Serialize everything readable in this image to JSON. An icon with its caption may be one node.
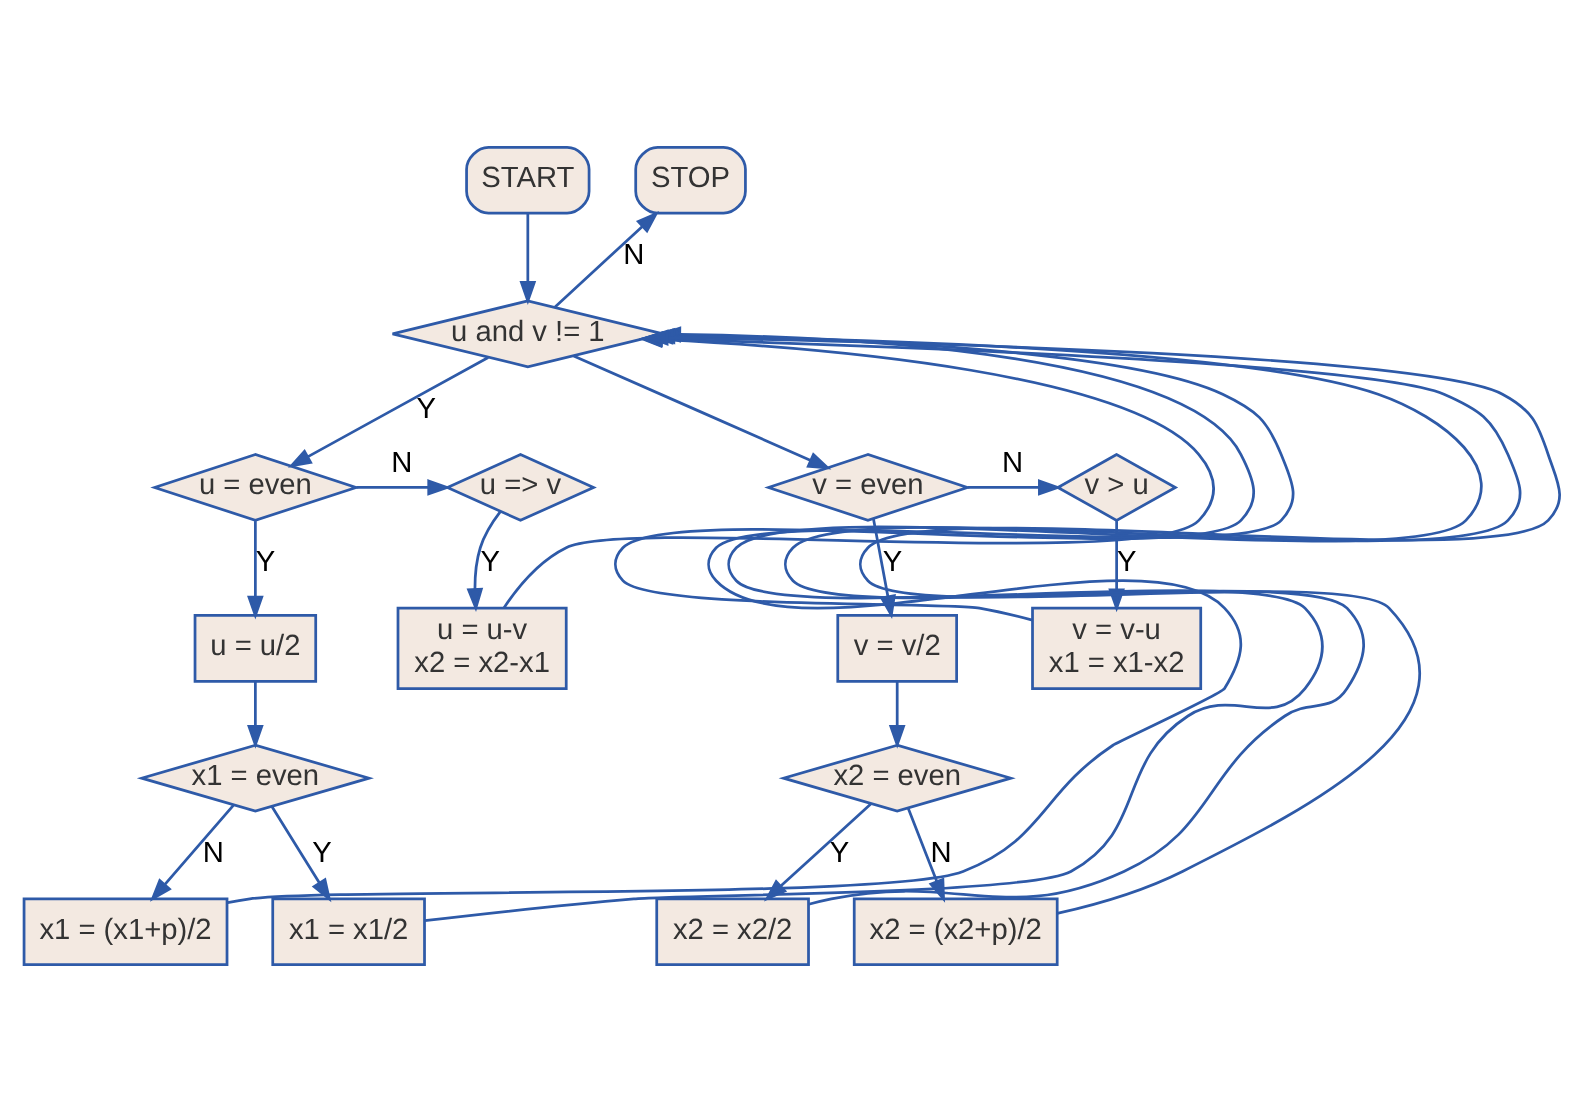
{
  "diagram": {
    "nodes": [
      {
        "text": [
          "START"
        ]
      },
      {
        "text": [
          "STOP"
        ]
      },
      {
        "text": [
          "u and v != 1"
        ]
      },
      {
        "text": [
          "u => v"
        ]
      },
      {
        "text": [
          "u = even"
        ]
      },
      {
        "text": [
          "v = even"
        ]
      },
      {
        "text": [
          "v > u"
        ]
      },
      {
        "text": [
          "u = u-v",
          "x2 = x2-x1"
        ]
      },
      {
        "text": [
          "u = u/2"
        ]
      },
      {
        "text": [
          "v = v/2"
        ]
      },
      {
        "text": [
          "v = v-u",
          "x1 = x1-x2"
        ]
      },
      {
        "text": [
          "x1 = even"
        ]
      },
      {
        "text": [
          "x2 = even"
        ]
      },
      {
        "text": [
          "x1 = (x1+p)/2"
        ]
      },
      {
        "text": [
          "x1 = x1/2"
        ]
      },
      {
        "text": [
          "x2 = x2/2"
        ]
      },
      {
        "text": [
          "x2 = (x2+p)/2"
        ]
      }
    ],
    "edges": [
      {
        "from": 0,
        "to": 2,
        "arrow": "to"
      },
      {
        "from": 2,
        "to": 1,
        "arrow": "to",
        "label": "N"
      },
      {
        "from": 2,
        "to": 4,
        "arrow": "to",
        "label": "Y"
      },
      {
        "from": 2,
        "to": 5,
        "arrow": "to"
      },
      {
        "from": 4,
        "to": 3,
        "arrow": "to",
        "label": "N"
      },
      {
        "from": 4,
        "to": 8,
        "arrow": "to",
        "label": "Y"
      },
      {
        "from": 3,
        "to": 7,
        "arrow": "to",
        "label": "Y"
      },
      {
        "from": 5,
        "to": 9,
        "arrow": "to",
        "label": "Y"
      },
      {
        "from": 5,
        "to": 6,
        "arrow": "to",
        "label": "N"
      },
      {
        "from": 6,
        "to": 10,
        "arrow": "to",
        "label": "Y"
      },
      {
        "from": 8,
        "to": 11,
        "arrow": "to"
      },
      {
        "from": 11,
        "to": 13,
        "arrow": "to",
        "label": "N"
      },
      {
        "from": 11,
        "to": 14,
        "arrow": "to",
        "label": "Y"
      },
      {
        "from": 9,
        "to": 12,
        "arrow": "to"
      },
      {
        "from": 12,
        "to": 15,
        "arrow": "to",
        "label": "Y"
      },
      {
        "from": 12,
        "to": 16,
        "arrow": "to",
        "label": "N"
      },
      {
        "from": 7,
        "to": 2,
        "arrow": "to"
      },
      {
        "from": 13,
        "to": 2,
        "arrow": "to"
      },
      {
        "from": 14,
        "to": 2,
        "arrow": "to"
      },
      {
        "from": 10,
        "to": 2,
        "arrow": "to"
      },
      {
        "from": 16,
        "to": 2,
        "arrow": "to"
      },
      {
        "from": 15,
        "to": 2,
        "arrow": "to"
      }
    ]
  }
}
